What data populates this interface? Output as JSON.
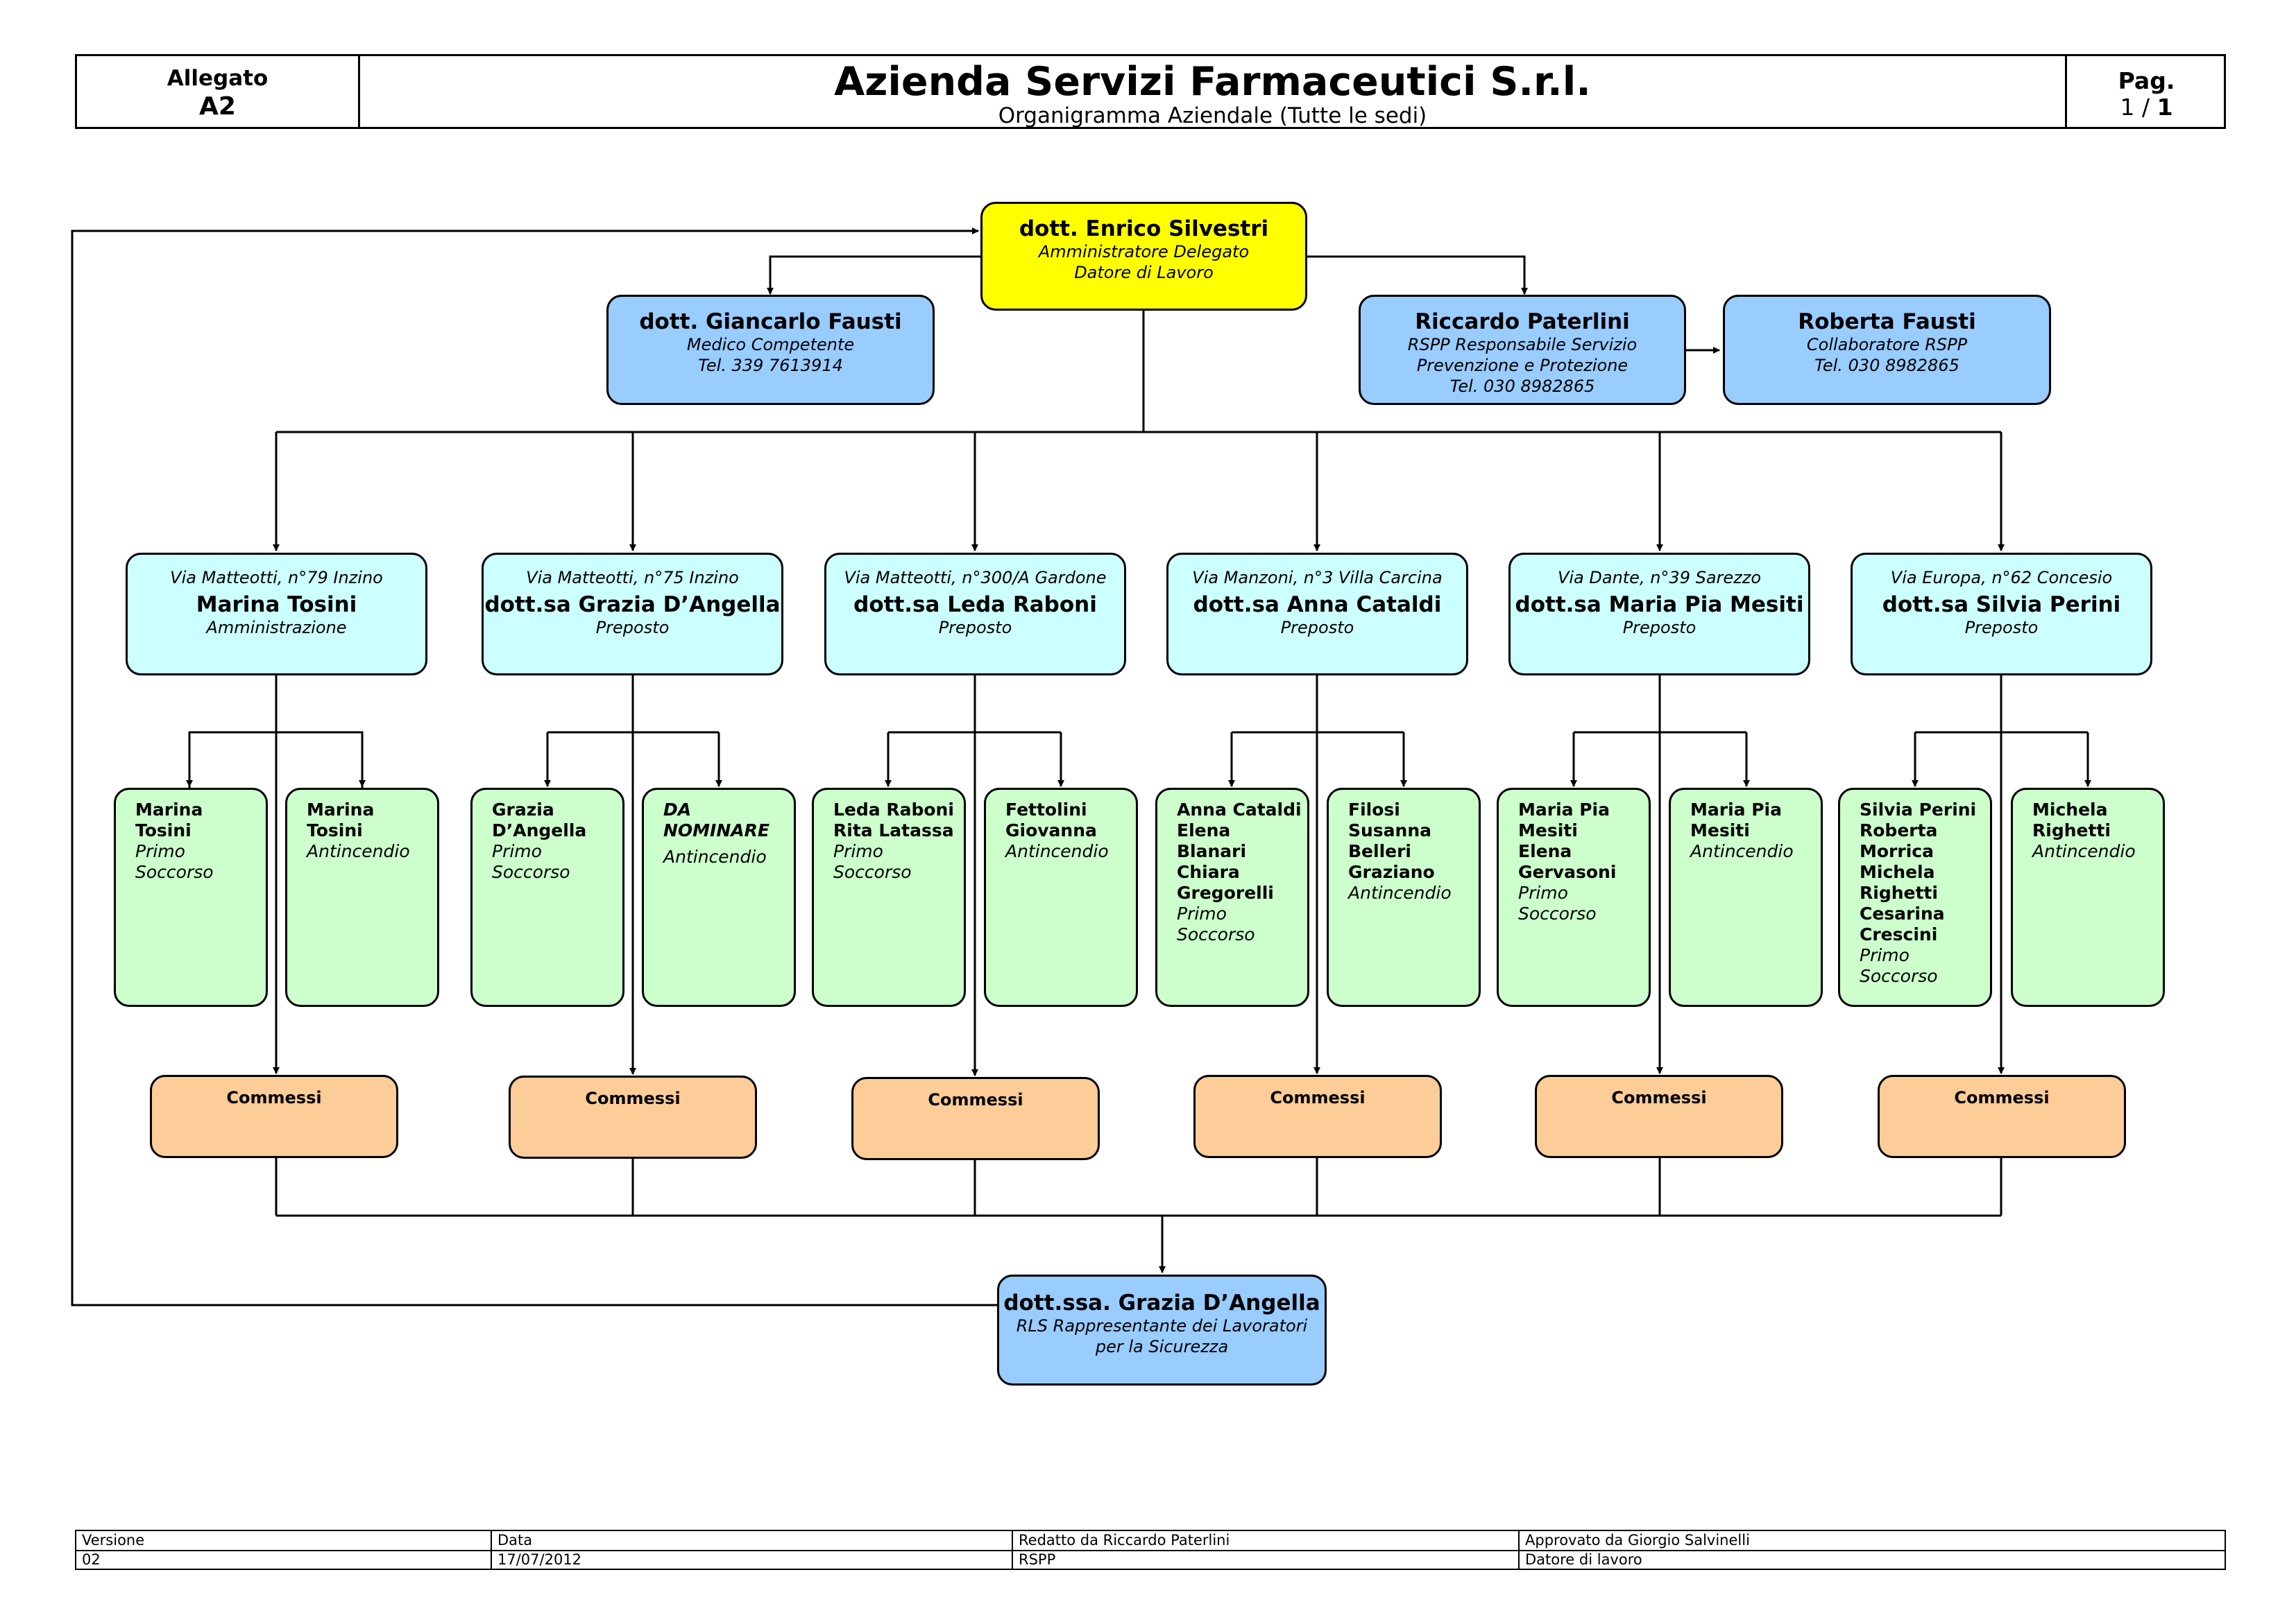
{
  "header": {
    "allegato_label": "Allegato",
    "allegato_code": "A2",
    "title": "Azienda Servizi Farmaceutici S.r.l.",
    "subtitle": "Organigramma Aziendale (Tutte le sedi)",
    "page_label": "Pag.",
    "page_current": "1",
    "page_sep": " / ",
    "page_total": "1"
  },
  "top": {
    "name": "dott. Enrico Silvestri",
    "role1": "Amministratore Delegato",
    "role2": "Datore di Lavoro"
  },
  "medico": {
    "name": "dott. Giancarlo Fausti",
    "role": "Medico Competente",
    "tel": "Tel. 339 7613914"
  },
  "rspp": {
    "name": "Riccardo Paterlini",
    "role1": "RSPP Responsabile Servizio",
    "role2": "Prevenzione e Protezione",
    "tel": "Tel. 030 8982865"
  },
  "collab": {
    "name": "Roberta Fausti",
    "role": "Collaboratore RSPP",
    "tel": "Tel. 030 8982865"
  },
  "sites": [
    {
      "address": "Via Matteotti, n°79 Inzino",
      "name": "Marina Tosini",
      "role": "Amministrazione",
      "first_aid": {
        "names": "Marina\nTosini",
        "role": "Primo\nSoccorso"
      },
      "fire": {
        "names": "Marina\nTosini",
        "role": "Antincendio"
      },
      "clerks": "Commessi"
    },
    {
      "address": "Via Matteotti, n°75 Inzino",
      "name": "dott.sa Grazia D’Angella",
      "role": "Preposto",
      "first_aid": {
        "names": "Grazia\nD’Angella",
        "role": "Primo\nSoccorso"
      },
      "fire": {
        "names": "DA\nNOMINARE",
        "role": "Antincendio"
      },
      "clerks": "Commessi"
    },
    {
      "address": "Via Matteotti, n°300/A Gardone",
      "name": "dott.sa Leda Raboni",
      "role": "Preposto",
      "first_aid": {
        "names": "Leda Raboni\nRita Latassa",
        "role": "Primo\nSoccorso"
      },
      "fire": {
        "names": "Fettolini\nGiovanna",
        "role": "Antincendio"
      },
      "clerks": "Commessi"
    },
    {
      "address": "Via Manzoni, n°3 Villa Carcina",
      "name": "dott.sa Anna Cataldi",
      "role": "Preposto",
      "first_aid": {
        "names": "Anna Cataldi\nElena\nBlanari\nChiara\nGregorelli",
        "role": "Primo\nSoccorso"
      },
      "fire": {
        "names": "Filosi\nSusanna\nBelleri\nGraziano",
        "role": "Antincendio"
      },
      "clerks": "Commessi"
    },
    {
      "address": "Via Dante, n°39 Sarezzo",
      "name": "dott.sa Maria Pia Mesiti",
      "role": "Preposto",
      "first_aid": {
        "names": "Maria Pia\nMesiti\nElena\nGervasoni",
        "role": "Primo\nSoccorso"
      },
      "fire": {
        "names": "Maria Pia\nMesiti",
        "role": "Antincendio"
      },
      "clerks": "Commessi"
    },
    {
      "address": "Via Europa, n°62 Concesio",
      "name": "dott.sa Silvia Perini",
      "role": "Preposto",
      "first_aid": {
        "names": "Silvia Perini\nRoberta\nMorrica\nMichela\nRighetti\nCesarina\nCrescini",
        "role": "Primo\nSoccorso"
      },
      "fire": {
        "names": "Michela\nRighetti",
        "role": "Antincendio"
      },
      "clerks": "Commessi"
    }
  ],
  "rls": {
    "name": "dott.ssa. Grazia D’Angella",
    "role1": "RLS Rappresentante dei Lavoratori",
    "role2": "per la Sicurezza"
  },
  "footer": {
    "version_label": "Versione",
    "version": "02",
    "date_label": "Data",
    "date": "17/07/2012",
    "drafted_label": "Redatto da Riccardo Paterlini",
    "drafted_role": "RSPP",
    "approved_label": "Approvato da Giorgio Salvinelli",
    "approved_role": "Datore di lavoro"
  },
  "colors": {
    "top": "#ffff00",
    "staff": "#99ccff",
    "site": "#ccffff",
    "team": "#ccffcc",
    "clerks": "#fccc99"
  }
}
